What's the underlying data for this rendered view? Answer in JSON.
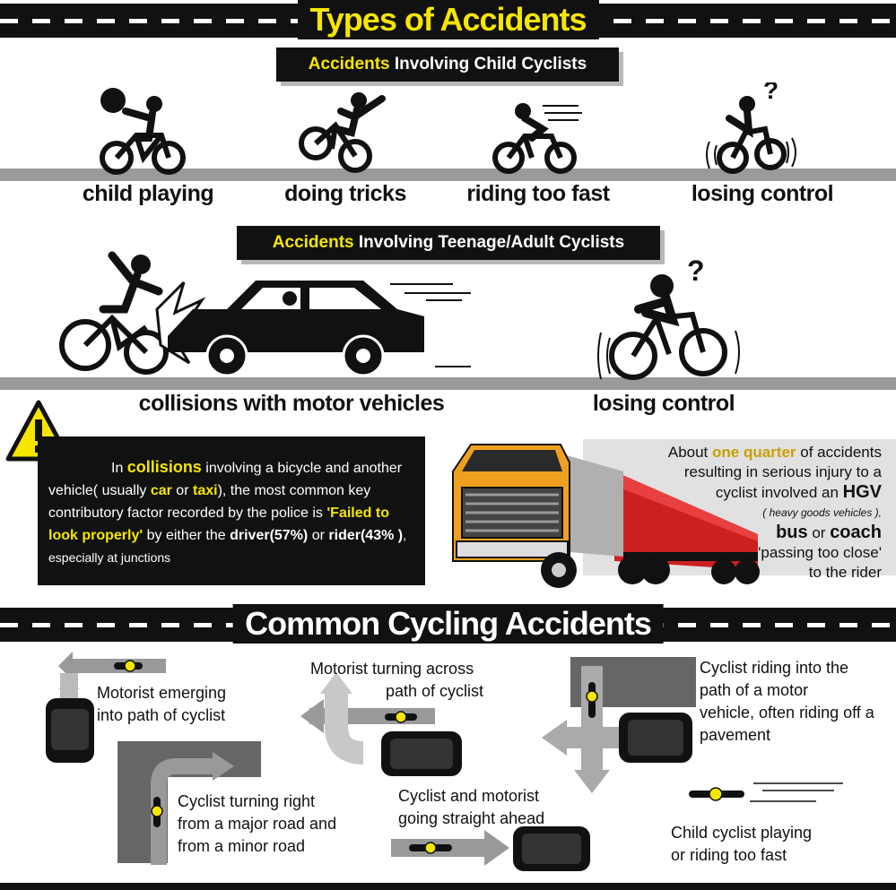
{
  "header": {
    "title": "Types of Accidents"
  },
  "child": {
    "banner_highlight": "Accidents",
    "banner_rest": " Involving Child Cyclists",
    "items": [
      {
        "label": "child playing"
      },
      {
        "label": "doing tricks"
      },
      {
        "label": "riding too fast"
      },
      {
        "label": "losing control"
      }
    ]
  },
  "adult": {
    "banner_highlight": "Accidents",
    "banner_rest": " Involving Teenage/Adult Cyclists",
    "items": [
      {
        "label": "collisions with motor vehicles"
      },
      {
        "label": "losing control"
      }
    ]
  },
  "warning": {
    "p1": "In ",
    "k1": "collisions",
    "p2": " involving a bicycle and another vehicle( usually ",
    "k2": "car",
    "p3": " or ",
    "k3": "taxi",
    "p4": "), the most common key contributory factor recorded by the police is ",
    "k4": "'Failed to look properly'",
    "p5": " by either the ",
    "k5": "driver(57%)",
    "p6": "  or ",
    "k6": "rider(43% )",
    "p7": ", especially at junctions"
  },
  "hgv": {
    "l1a": "About ",
    "l1b": "one quarter",
    "l1c": " of accidents",
    "l2": "resulting in serious injury to a",
    "l3a": "cyclist involved an ",
    "l3b": "HGV",
    "l4": "( heavy goods vehicles ),",
    "l5a": "bus",
    "l5b": " or ",
    "l5c": "coach",
    "l6": "'passing too close'",
    "l7": "to the rider"
  },
  "common": {
    "title": "Common Cycling Accidents",
    "items": [
      {
        "l1": "Motorist emerging",
        "l2": "into path of cyclist"
      },
      {
        "l1": "Motorist turning across",
        "l2": "path of cyclist"
      },
      {
        "l1": "Cyclist riding into the",
        "l2": "path of a motor",
        "l3": "vehicle,  often riding off a",
        "l4": "pavement"
      },
      {
        "l1": "Cyclist turning right",
        "l2": "from a major road and",
        "l3": "from a minor road"
      },
      {
        "l1": "Cyclist and motorist",
        "l2": "going straight ahead"
      },
      {
        "l1": "Child cyclist playing",
        "l2": "or riding too fast"
      }
    ]
  },
  "colors": {
    "accent": "#f5e600",
    "dark": "#111111",
    "road_gray": "#9a9a9a",
    "truck_orange": "#f0a020",
    "trailer_red": "#cc2020"
  }
}
